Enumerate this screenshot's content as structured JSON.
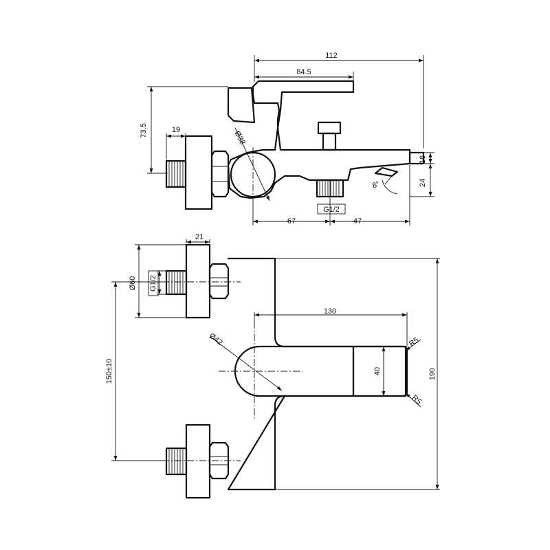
{
  "side_view": {
    "dim_overall_length": "112",
    "dim_lever_length": "84.5",
    "dim_height": "73.5",
    "dim_wall_nut": "19",
    "dim_body_dia": "Ø38",
    "dim_spout_thickness": "16",
    "dim_spout_drop": "24",
    "dim_angle": "8°",
    "dim_outlet_thread": "G1/2",
    "dim_left_to_outlet": "67",
    "dim_outlet_to_end": "47"
  },
  "top_view": {
    "dim_flange_depth": "21",
    "dim_flange_dia": "Ø60",
    "dim_inlet_thread": "G1/2",
    "dim_center_distance": "150±10",
    "dim_lever_reach": "130",
    "dim_cartridge_dia": "Ø42",
    "dim_radius_top": "R5",
    "dim_radius_bottom": "R5",
    "dim_lever_width": "40",
    "dim_body_length": "190"
  }
}
